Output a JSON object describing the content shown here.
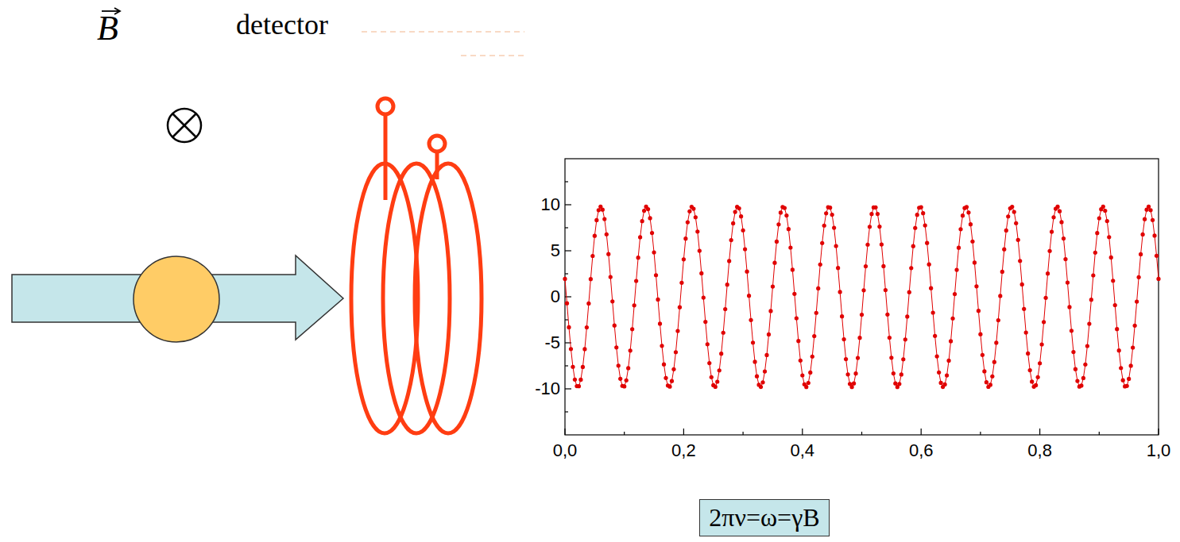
{
  "diagram": {
    "nodes": [
      {
        "text": [
          "2πν=ω=γB"
        ]
      }
    ],
    "labels": [
      "B",
      "detector",
      "10",
      "5",
      "0",
      "-5",
      "-10",
      "0,0",
      "0,2",
      "0,4",
      "0,6",
      "0,8",
      "1,0"
    ]
  }
}
